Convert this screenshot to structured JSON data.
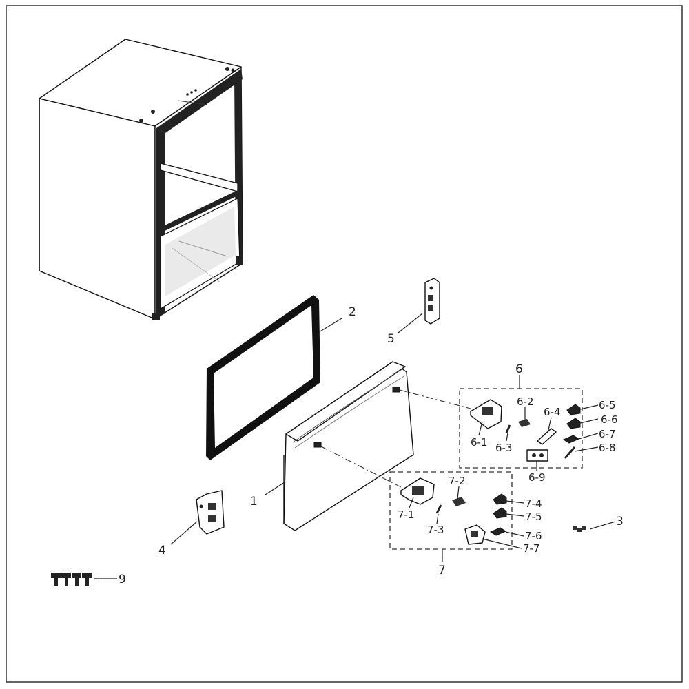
{
  "callouts": {
    "c1": "1",
    "c2": "2",
    "c3": "3",
    "c4": "4",
    "c5": "5",
    "c6": "6",
    "c6_1": "6-1",
    "c6_2": "6-2",
    "c6_3": "6-3",
    "c6_4": "6-4",
    "c6_5": "6-5",
    "c6_6": "6-6",
    "c6_7": "6-7",
    "c6_8": "6-8",
    "c6_9": "6-9",
    "c7": "7",
    "c7_1": "7-1",
    "c7_2": "7-2",
    "c7_3": "7-3",
    "c7_4": "7-4",
    "c7_5": "7-5",
    "c7_6": "7-6",
    "c7_7": "7-7",
    "c9": "9"
  },
  "colors": {
    "line": "#111111",
    "frame": "#333333",
    "background": "#ffffff"
  }
}
